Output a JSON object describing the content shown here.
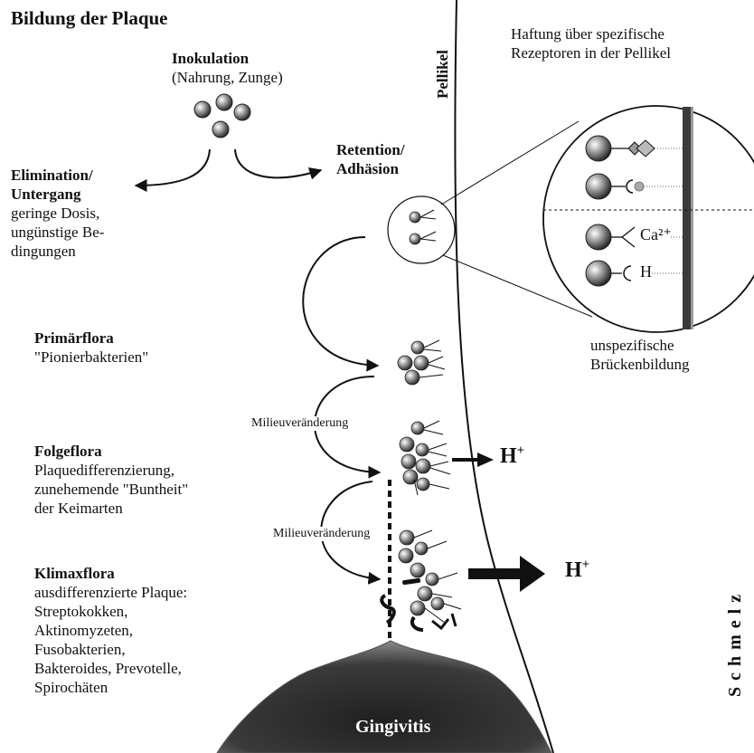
{
  "title": "Bildung der Plaque",
  "inoculation": {
    "heading": "Inokulation",
    "detail": "(Nahrung, Zunge)"
  },
  "elimination": {
    "heading_1": "Elimination/",
    "heading_2": "Untergang",
    "detail_1": "geringe Dosis,",
    "detail_2": "ungünstige Be-",
    "detail_3": "dingungen"
  },
  "retention": {
    "heading_1": "Retention/",
    "heading_2": "Adhäsion"
  },
  "pellicle_label": "Pellikel",
  "specific_adhesion": {
    "line_1": "Haftung über spezifische",
    "line_2": "Rezeptoren in der Pellikel"
  },
  "zoom": {
    "calcium_label": "Ca²⁺",
    "hydrogen_label": "H"
  },
  "unspecific": {
    "line_1": "unspezifische",
    "line_2": "Brückenbildung"
  },
  "primary_flora": {
    "heading": "Primärflora",
    "detail": "\"Pionierbakterien\""
  },
  "milieu_change_1": "Milieuveränderung",
  "milieu_change_2": "Milieuveränderung",
  "secondary_flora": {
    "heading": "Folgeflora",
    "detail_1": "Plaquedifferenzierung,",
    "detail_2": "zunehemende \"Buntheit\"",
    "detail_3": "der Keimarten"
  },
  "climax_flora": {
    "heading": "Klimaxflora",
    "lines": [
      "ausdifferenzierte Plaque:",
      "Streptokokken,",
      "Aktinomyzeten,",
      "Fusobakterien,",
      "Bakteroides, Prevotelle,",
      "Spirochäten"
    ]
  },
  "proton_label": "H",
  "proton_sup": "+",
  "enamel_label": "S c h m e l z",
  "gingivitis_label": "Gingivitis"
}
